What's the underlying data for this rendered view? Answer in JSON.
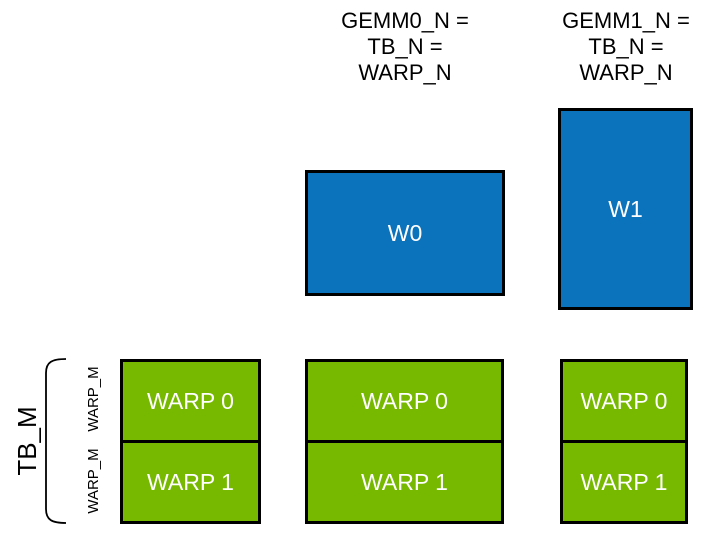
{
  "colors": {
    "blue": "#0B72BC",
    "green": "#76B900",
    "border": "#000000",
    "text_light": "#FFFFFF",
    "text_dark": "#000000"
  },
  "top_labels": [
    {
      "lines": [
        "GEMM0_N =",
        "TB_N =",
        "WARP_N"
      ]
    },
    {
      "lines": [
        "GEMM1_N =",
        "TB_N =",
        "WARP_N"
      ]
    }
  ],
  "blue_boxes": [
    {
      "label": "W0"
    },
    {
      "label": "W1"
    }
  ],
  "left_axis": {
    "tb_label": "TB_M",
    "warp_labels": [
      "WARP_M",
      "WARP_M"
    ]
  },
  "warp_columns": [
    {
      "rows": [
        "WARP 0",
        "WARP 1"
      ]
    },
    {
      "rows": [
        "WARP 0",
        "WARP 1"
      ]
    },
    {
      "rows": [
        "WARP 0",
        "WARP 1"
      ]
    }
  ]
}
